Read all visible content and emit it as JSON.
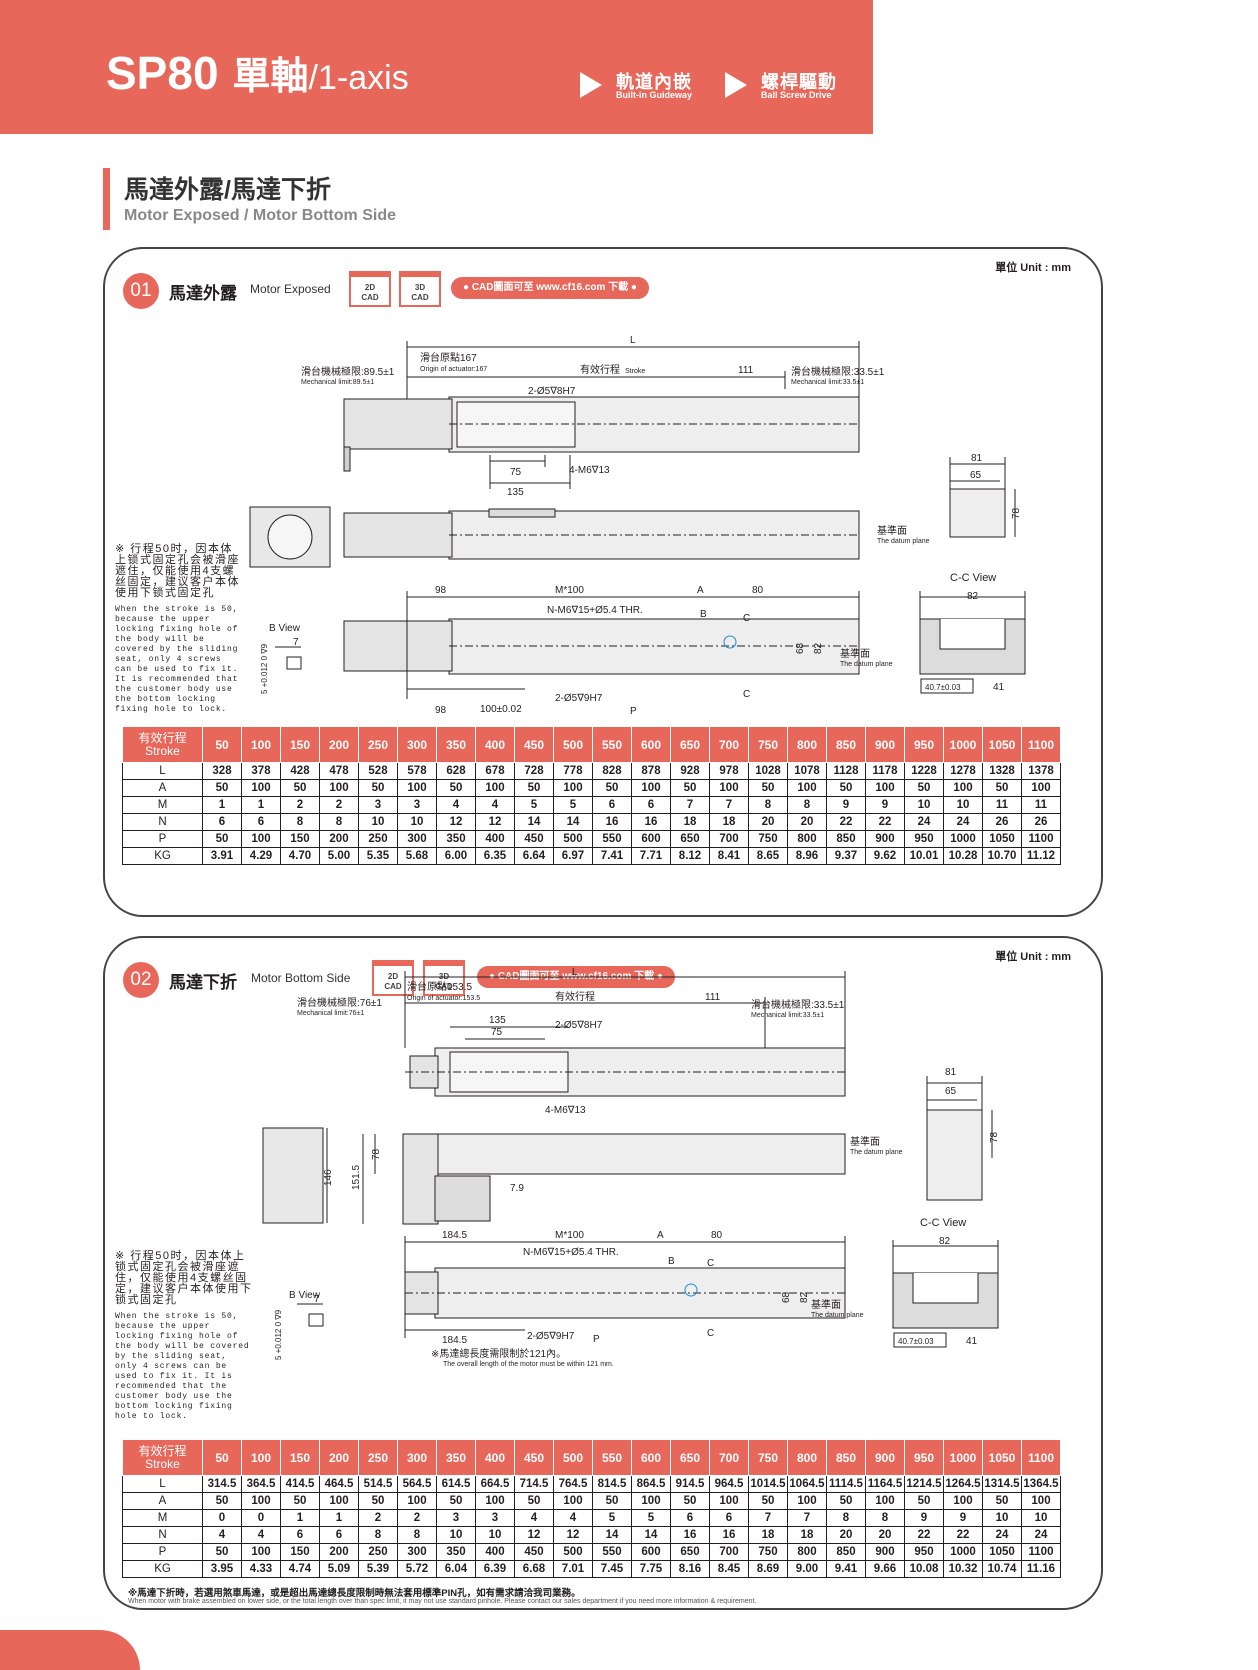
{
  "header": {
    "code": "SP80",
    "title_zh": "單軸",
    "title_en": "/1-axis",
    "features": [
      {
        "zh": "軌道內嵌",
        "en": "Built-in Guideway"
      },
      {
        "zh": "螺桿驅動",
        "en": "Ball Screw Drive"
      }
    ]
  },
  "section": {
    "title_zh": "馬達外露/馬達下折",
    "title_en": "Motor Exposed / Motor Bottom Side"
  },
  "panels": [
    {
      "num": "01",
      "title_zh": "馬達外露",
      "title_en": "Motor Exposed",
      "unit": "單位 Unit : mm",
      "cad2d": [
        "2D",
        "CAD"
      ],
      "cad3d": [
        "3D",
        "CAD"
      ],
      "cad_note": "● CAD圖面可至 www.cf16.com 下載 ●",
      "dims": {
        "L": "L",
        "origin_zh": "滑台原點167",
        "origin_en": "Origin of actuator:167",
        "stroke_zh": "有效行程",
        "stroke_en": "Stroke",
        "d111": "111",
        "mech_left_zh": "滑台機械極限:89.5±1",
        "mech_left_en": "Mechanical limit:89.5±1",
        "mech_right_zh": "滑台機械極限:33.5±1",
        "mech_right_en": "Mechanical limit:33.5±1",
        "pin": "2-Ø5∇8H7",
        "d75": "75",
        "d135": "135",
        "m6": "4-M6∇13",
        "d81": "81",
        "d65": "65",
        "d78": "78",
        "datum_zh": "基準面",
        "datum_en": "The datum plane",
        "ccview": "C-C View",
        "d82": "82",
        "d98": "98",
        "m100": "M*100",
        "A": "A",
        "d80": "80",
        "nm6": "N-M6∇15+Ø5.4 THR.",
        "B": "B",
        "C": "C",
        "d68": "68",
        "d82b": "82",
        "d98b": "98",
        "d100": "100±0.02",
        "pin2": "2-Ø5∇9H7",
        "P": "P",
        "d407": "40.7±0.03",
        "d41": "41",
        "bview": "B View",
        "d7": "7",
        "tol": "5 +0.012 0 ∇9"
      },
      "note_zh": "※ 行程50时，因本体上锁式固定孔会被滑座遮住，仅能使用4支螺丝固定，建议客户本体使用下锁式固定孔",
      "note_en": "When the stroke is 50, because the upper locking fixing hole of the body will be covered by the sliding seat, only 4 screws can be used to fix it. It is recommended that the customer body use the bottom locking fixing hole to lock.",
      "table": {
        "row_head": [
          "有效行程",
          "Stroke"
        ],
        "strokes": [
          "50",
          "100",
          "150",
          "200",
          "250",
          "300",
          "350",
          "400",
          "450",
          "500",
          "550",
          "600",
          "650",
          "700",
          "750",
          "800",
          "850",
          "900",
          "950",
          "1000",
          "1050",
          "1100"
        ],
        "rows": [
          {
            "label": "L",
            "values": [
              "328",
              "378",
              "428",
              "478",
              "528",
              "578",
              "628",
              "678",
              "728",
              "778",
              "828",
              "878",
              "928",
              "978",
              "1028",
              "1078",
              "1128",
              "1178",
              "1228",
              "1278",
              "1328",
              "1378"
            ]
          },
          {
            "label": "A",
            "values": [
              "50",
              "100",
              "50",
              "100",
              "50",
              "100",
              "50",
              "100",
              "50",
              "100",
              "50",
              "100",
              "50",
              "100",
              "50",
              "100",
              "50",
              "100",
              "50",
              "100",
              "50",
              "100"
            ]
          },
          {
            "label": "M",
            "values": [
              "1",
              "1",
              "2",
              "2",
              "3",
              "3",
              "4",
              "4",
              "5",
              "5",
              "6",
              "6",
              "7",
              "7",
              "8",
              "8",
              "9",
              "9",
              "10",
              "10",
              "11",
              "11"
            ]
          },
          {
            "label": "N",
            "values": [
              "6",
              "6",
              "8",
              "8",
              "10",
              "10",
              "12",
              "12",
              "14",
              "14",
              "16",
              "16",
              "18",
              "18",
              "20",
              "20",
              "22",
              "22",
              "24",
              "24",
              "26",
              "26"
            ]
          },
          {
            "label": "P",
            "values": [
              "50",
              "100",
              "150",
              "200",
              "250",
              "300",
              "350",
              "400",
              "450",
              "500",
              "550",
              "600",
              "650",
              "700",
              "750",
              "800",
              "850",
              "900",
              "950",
              "1000",
              "1050",
              "1100"
            ]
          },
          {
            "label": "KG",
            "values": [
              "3.91",
              "4.29",
              "4.70",
              "5.00",
              "5.35",
              "5.68",
              "6.00",
              "6.35",
              "6.64",
              "6.97",
              "7.41",
              "7.71",
              "8.12",
              "8.41",
              "8.65",
              "8.96",
              "9.37",
              "9.62",
              "10.01",
              "10.28",
              "10.70",
              "11.12"
            ]
          }
        ]
      }
    },
    {
      "num": "02",
      "title_zh": "馬達下折",
      "title_en": "Motor Bottom Side",
      "unit": "單位 Unit : mm",
      "cad2d": [
        "2D",
        "CAD"
      ],
      "cad3d": [
        "3D",
        "CAD"
      ],
      "cad_note": "● CAD圖面可至 www.cf16.com 下載 ●",
      "dims": {
        "L": "L",
        "origin_zh": "滑台原點153.5",
        "origin_en": "Origin of actuator:153.5",
        "stroke_zh": "有效行程",
        "d111": "111",
        "mech_left_zh": "滑台機械極限:76±1",
        "mech_left_en": "Mechanical limit:76±1",
        "mech_right_zh": "滑台機械極限:33.5±1",
        "mech_right_en": "Mechanical limit:33.5±1",
        "d135": "135",
        "d75": "75",
        "pin": "2-Ø5∇8H7",
        "m6": "4-M6∇13",
        "d81": "81",
        "d65": "65",
        "d78": "78",
        "datum_zh": "基準面",
        "datum_en": "The datum plane",
        "d146": "146",
        "d1515": "151.5",
        "d78b": "78",
        "d79": "7.9",
        "ccview": "C-C View",
        "d82": "82",
        "d1845": "184.5",
        "m100": "M*100",
        "A": "A",
        "d80": "80",
        "nm6": "N-M6∇15+Ø5.4 THR.",
        "B": "B",
        "C": "C",
        "d68": "68",
        "d82b": "82",
        "d1845b": "184.5",
        "pin2": "2-Ø5∇9H7",
        "P": "P",
        "motor_note_zh": "※馬達總長度需限制於121內。",
        "motor_note_en": "The overall length of the motor must be within 121 mm.",
        "d407": "40.7±0.03",
        "d41": "41",
        "bview": "B View",
        "d7": "7",
        "tol": "5 +0.012 0 ∇9"
      },
      "note_zh": "※ 行程50时，因本体上锁式固定孔会被滑座遮住，仅能使用4支螺丝固定，建议客户本体使用下锁式固定孔",
      "note_en": "When the stroke is 50, because the upper locking fixing hole of the body will be covered by the sliding seat, only 4 screws can be used to fix it. It is recommended that the customer body use the bottom locking fixing hole to lock.",
      "table": {
        "row_head": [
          "有效行程",
          "Stroke"
        ],
        "strokes": [
          "50",
          "100",
          "150",
          "200",
          "250",
          "300",
          "350",
          "400",
          "450",
          "500",
          "550",
          "600",
          "650",
          "700",
          "750",
          "800",
          "850",
          "900",
          "950",
          "1000",
          "1050",
          "1100"
        ],
        "rows": [
          {
            "label": "L",
            "values": [
              "314.5",
              "364.5",
              "414.5",
              "464.5",
              "514.5",
              "564.5",
              "614.5",
              "664.5",
              "714.5",
              "764.5",
              "814.5",
              "864.5",
              "914.5",
              "964.5",
              "1014.5",
              "1064.5",
              "1114.5",
              "1164.5",
              "1214.5",
              "1264.5",
              "1314.5",
              "1364.5"
            ]
          },
          {
            "label": "A",
            "values": [
              "50",
              "100",
              "50",
              "100",
              "50",
              "100",
              "50",
              "100",
              "50",
              "100",
              "50",
              "100",
              "50",
              "100",
              "50",
              "100",
              "50",
              "100",
              "50",
              "100",
              "50",
              "100"
            ]
          },
          {
            "label": "M",
            "values": [
              "0",
              "0",
              "1",
              "1",
              "2",
              "2",
              "3",
              "3",
              "4",
              "4",
              "5",
              "5",
              "6",
              "6",
              "7",
              "7",
              "8",
              "8",
              "9",
              "9",
              "10",
              "10"
            ]
          },
          {
            "label": "N",
            "values": [
              "4",
              "4",
              "6",
              "6",
              "8",
              "8",
              "10",
              "10",
              "12",
              "12",
              "14",
              "14",
              "16",
              "16",
              "18",
              "18",
              "20",
              "20",
              "22",
              "22",
              "24",
              "24"
            ]
          },
          {
            "label": "P",
            "values": [
              "50",
              "100",
              "150",
              "200",
              "250",
              "300",
              "350",
              "400",
              "450",
              "500",
              "550",
              "600",
              "650",
              "700",
              "750",
              "800",
              "850",
              "900",
              "950",
              "1000",
              "1050",
              "1100"
            ]
          },
          {
            "label": "KG",
            "values": [
              "3.95",
              "4.33",
              "4.74",
              "5.09",
              "5.39",
              "5.72",
              "6.04",
              "6.39",
              "6.68",
              "7.01",
              "7.45",
              "7.75",
              "8.16",
              "8.45",
              "8.69",
              "9.00",
              "9.41",
              "9.66",
              "10.08",
              "10.32",
              "10.74",
              "11.16"
            ]
          }
        ]
      }
    }
  ],
  "footer": {
    "note_zh": "※馬達下折時，若選用煞車馬達，或是超出馬達總長度限制時無法套用標準PIN孔，如有需求請洽我司業務。",
    "note_en": "When motor with brake assembled on lower side, or the total length over than spec limit, it may not use standard pinhole. Please contact our sales department if you need more information & requirement."
  },
  "colors": {
    "accent": "#e8675b",
    "dim_blue": "#1f8fd1",
    "cview_orange": "#e87d1e"
  }
}
